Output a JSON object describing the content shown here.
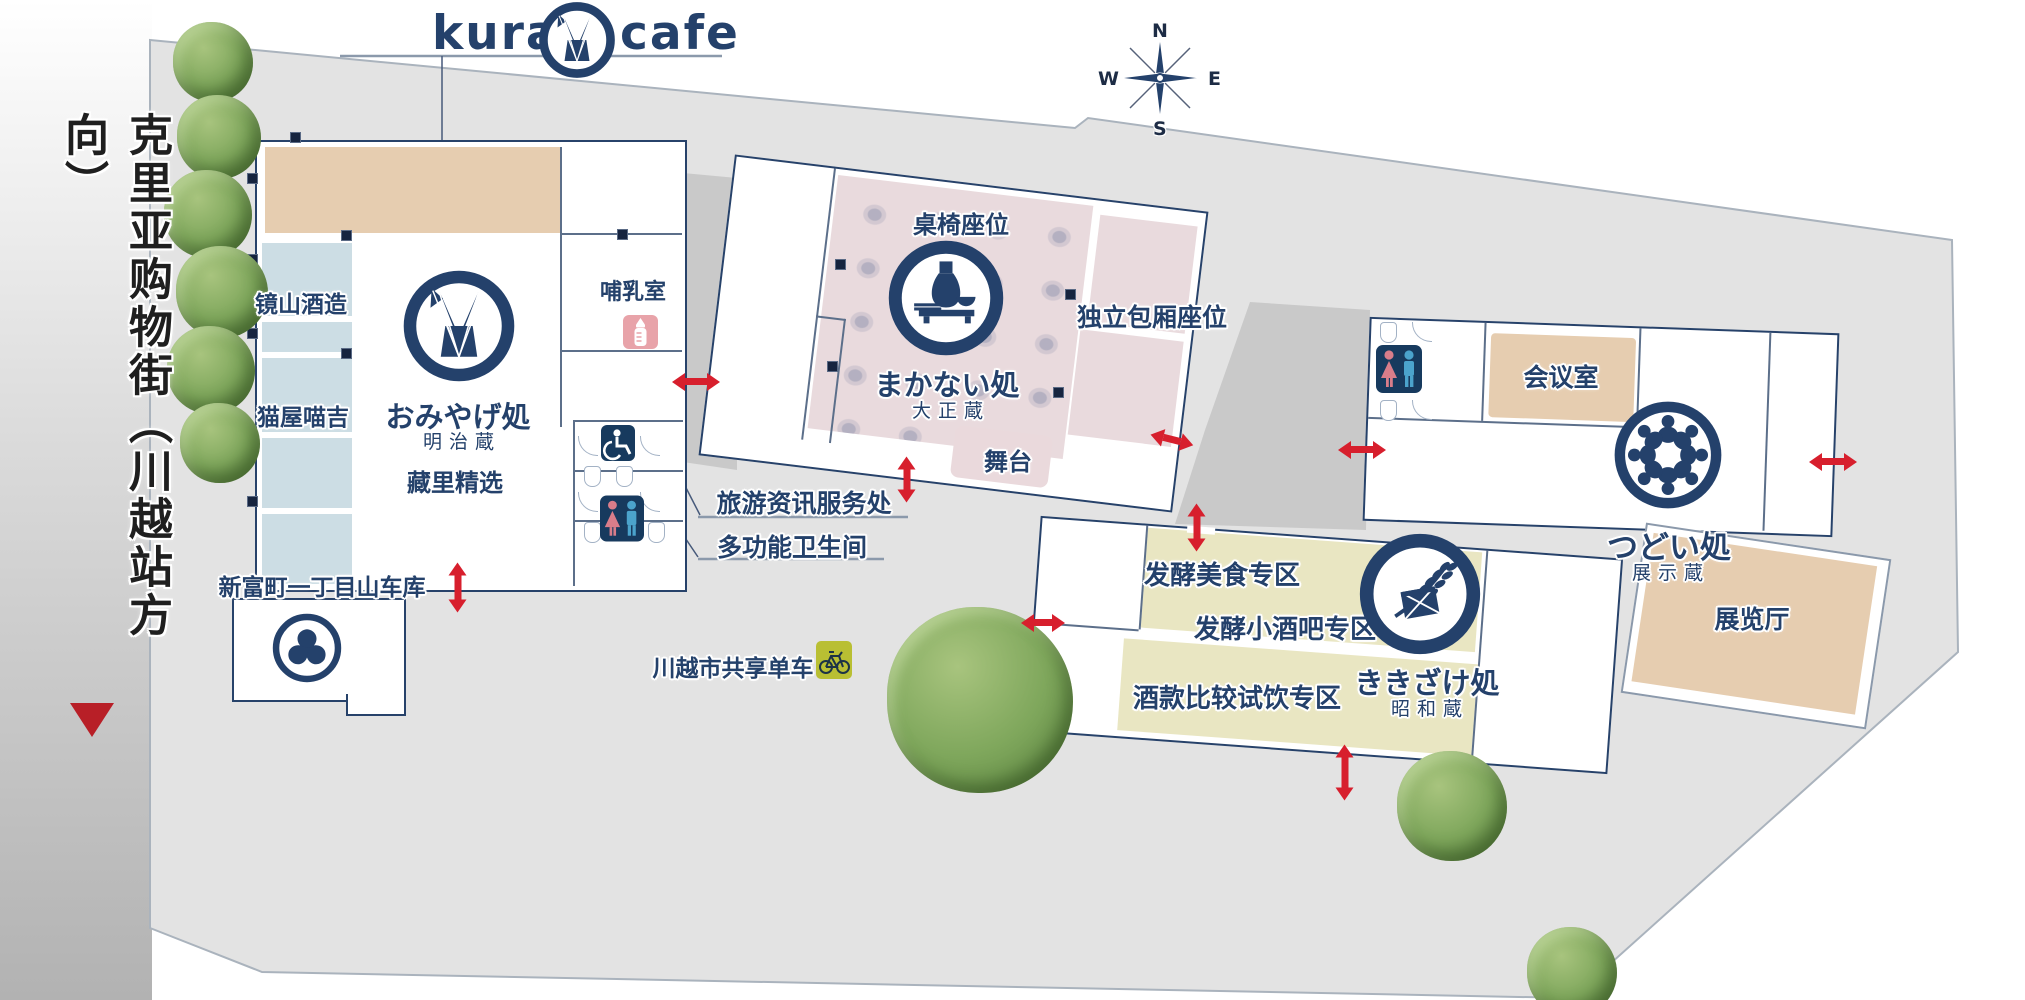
{
  "logo": {
    "left": "kura",
    "right": "cafe"
  },
  "street": {
    "label": "克里亚购物街（川越站方向）"
  },
  "compass": {
    "n": "N",
    "e": "E",
    "s": "S",
    "w": "W"
  },
  "meiji": {
    "title": "おみやげ処",
    "kura": "明治蔵",
    "brand": "藏里精选",
    "shop1": "镜山酒造",
    "shop2": "猫屋喵吉",
    "nursing": "哺乳室",
    "info": "旅游资讯服务处",
    "toilet": "多功能卫生间"
  },
  "taisho": {
    "title": "まかない処",
    "kura": "大正蔵",
    "seats": "桌椅座位",
    "rooms": "独立包厢座位",
    "stage": "舞台"
  },
  "showa": {
    "title": "ききざけ処",
    "kura": "昭和蔵",
    "zone1": "发酵美食专区",
    "zone2": "发酵小酒吧专区",
    "zone3": "酒款比较试饮专区"
  },
  "tsudoi": {
    "title": "つどい処",
    "kura": "展示蔵",
    "meeting": "会议室",
    "exhibit": "展览厅"
  },
  "dashi": {
    "label": "新富町一丁目山车库"
  },
  "bike": {
    "label": "川越市共享单车"
  },
  "colors": {
    "navy": "#24416b",
    "arrow_red": "#d71f2d",
    "triangle_red": "#b81f27",
    "ground": "#e3e3e3",
    "path_gray": "#c9c9c9",
    "tan": "#e6cdb0",
    "seat_pink": "#e9dadd",
    "zone_khaki": "#e9e6c2",
    "shop_blue": "#ccdde4",
    "tree_green": "#7fa75c",
    "bike_icon_bg": "#b9bf33"
  }
}
